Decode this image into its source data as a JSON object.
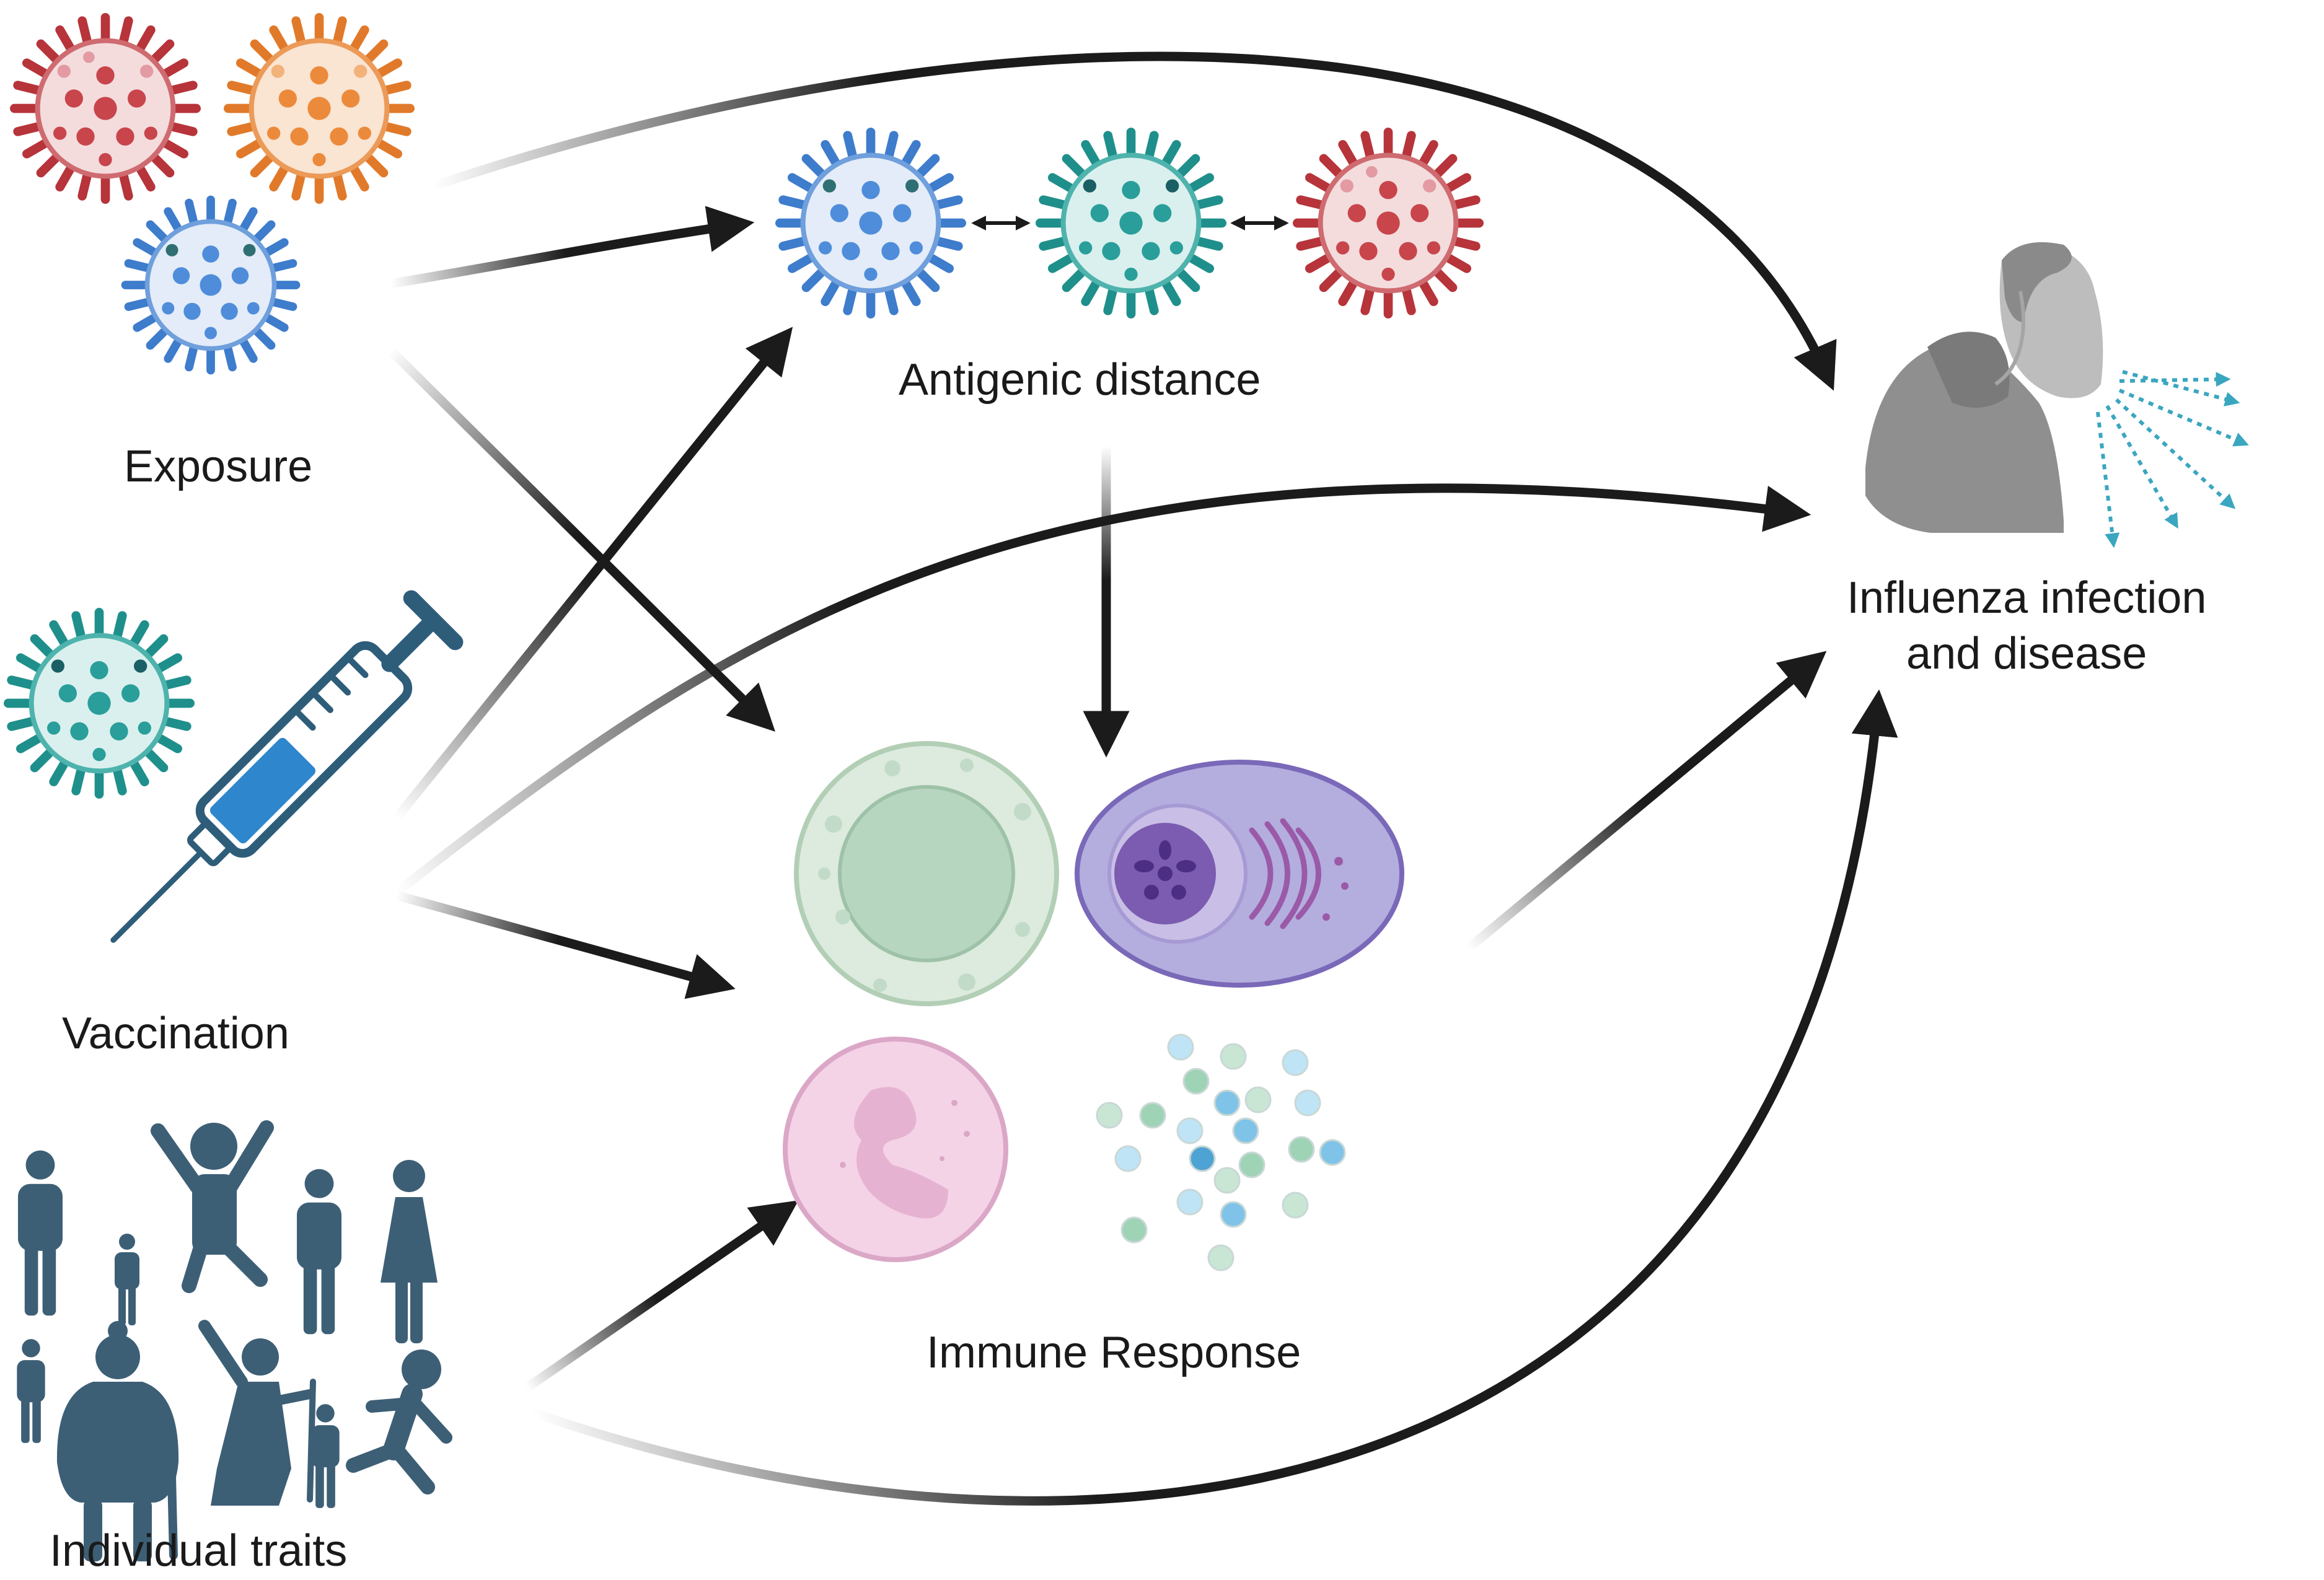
{
  "labels": {
    "exposure": "Exposure",
    "vaccination": "Vaccination",
    "individual_traits": "Individual traits",
    "antigenic_distance": "Antigenic distance",
    "immune_response": "Immune Response",
    "outcome_line1": "Influenza infection",
    "outcome_line2": "and disease"
  },
  "virus_colors": {
    "red": "#c8454b",
    "orange": "#ec8a3c",
    "blue": "#4f8ddb",
    "teal": "#2a9e9a"
  },
  "people_color": "#3d5f76",
  "arrow_color": "#1b1b1b",
  "icons": [
    "virus-icon",
    "syringe-icon",
    "people-icon",
    "immune-cell-icon",
    "coughing-person-icon",
    "double-arrow-icon"
  ]
}
